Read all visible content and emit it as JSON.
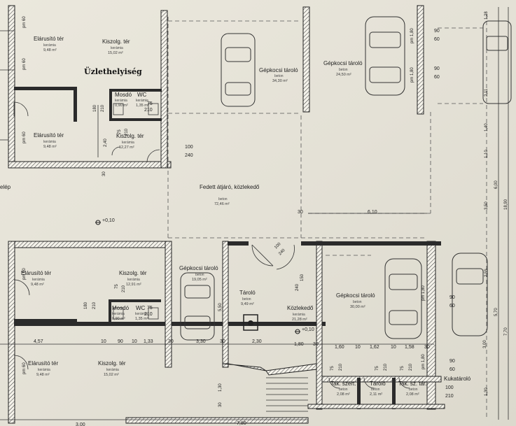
{
  "handwritten_label": "Üzlethelyiség",
  "rooms": {
    "sales_top": {
      "name": "Elárusító tér",
      "material": "kerámia",
      "area": "9,48 m²"
    },
    "staff_top": {
      "name": "Kiszolg. tér",
      "material": "kerámia",
      "area": "15,02 m²"
    },
    "sales_2": {
      "name": "Elárusító tér",
      "material": "kerámia",
      "area": "9,48 m²"
    },
    "staff_2": {
      "name": "Kiszolg. tér",
      "material": "kerámia",
      "area": "12,27 m²"
    },
    "mosdo_1": {
      "name": "Mosdó",
      "material": "kerámia",
      "area": "0,90 m²"
    },
    "wc_1": {
      "name": "WC",
      "material": "kerámia",
      "area": "1,35 m²"
    },
    "garage_1": {
      "name": "Gépkocsi tároló",
      "material": "beton",
      "area": "34,30 m²"
    },
    "garage_2": {
      "name": "Gépkocsi tároló",
      "material": "beton",
      "area": "24,50 m²"
    },
    "passage": {
      "name": "Fedett átjáró, közlekedő",
      "material": "beton",
      "area": "72,46 m²"
    },
    "sales_3": {
      "name": "Elárusító tér",
      "material": "kerámia",
      "area": "9,48 m²"
    },
    "staff_3": {
      "name": "Kiszolg. tér",
      "material": "kerámia",
      "area": "12,91 m²"
    },
    "mosdo_2": {
      "name": "Mosdó",
      "material": "kerámia",
      "area": "0,90 m²"
    },
    "wc_2": {
      "name": "WC",
      "material": "kerámia",
      "area": "1,35 m²"
    },
    "sales_4": {
      "name": "Elárusító tér",
      "material": "kerámia",
      "area": "9,48 m²"
    },
    "staff_4": {
      "name": "Kiszolg. tér",
      "material": "kerámia",
      "area": "15,02 m²"
    },
    "garage_3": {
      "name": "Gépkocsi tároló",
      "material": "beton",
      "area": "19,05 m²"
    },
    "storage": {
      "name": "Tároló",
      "material": "beton",
      "area": "9,49 m²"
    },
    "corridor": {
      "name": "Közlekedő",
      "material": "kerámia",
      "area": "21,28 m²"
    },
    "garage_4": {
      "name": "Gépkocsi tároló",
      "material": "beton",
      "area": "30,00 m²"
    },
    "tak_1": {
      "name": "Tak. szert.",
      "material": "beton",
      "area": "2,08 m²"
    },
    "tak_2": {
      "name": "Tároló",
      "material": "beton",
      "area": "2,11 m²"
    },
    "tak_3": {
      "name": "Tak. sz. tár.",
      "material": "beton",
      "area": "2,08 m²"
    },
    "bin": {
      "name": "Kukatároló",
      "material": "",
      "area": ""
    },
    "partial": {
      "name": "elép",
      "material": "",
      "area": ""
    }
  },
  "levels": {
    "top": "+0,10",
    "bottom": "+0,10"
  },
  "dimensions": {
    "pm60": "pm 60",
    "pm180": "pm 1,80",
    "d90": "90",
    "d60": "60",
    "d75": "75",
    "d210": "210",
    "d180": "180",
    "d100": "100",
    "d240": "240",
    "d150": "150",
    "d2_40": "2,40",
    "d30": "30",
    "d6_10": "6,10",
    "d4_57": "4,57",
    "d10": "10",
    "d1_33": "1,33",
    "d3_30": "3,30",
    "d2_30": "2,30",
    "d1_80": "1,80",
    "d1_60": "1,60",
    "d1_62": "1,62",
    "d1_58": "1,58",
    "d5_50": "5,50",
    "d1_30": "1,30",
    "d3_00": "3,00",
    "d7_80": "7,80",
    "right_col": [
      "1,28",
      "2,11",
      "1,40",
      "1,10",
      "3,50",
      "6,00",
      "18,90",
      "2,55",
      "5,70",
      "7,70",
      "1,30"
    ]
  }
}
